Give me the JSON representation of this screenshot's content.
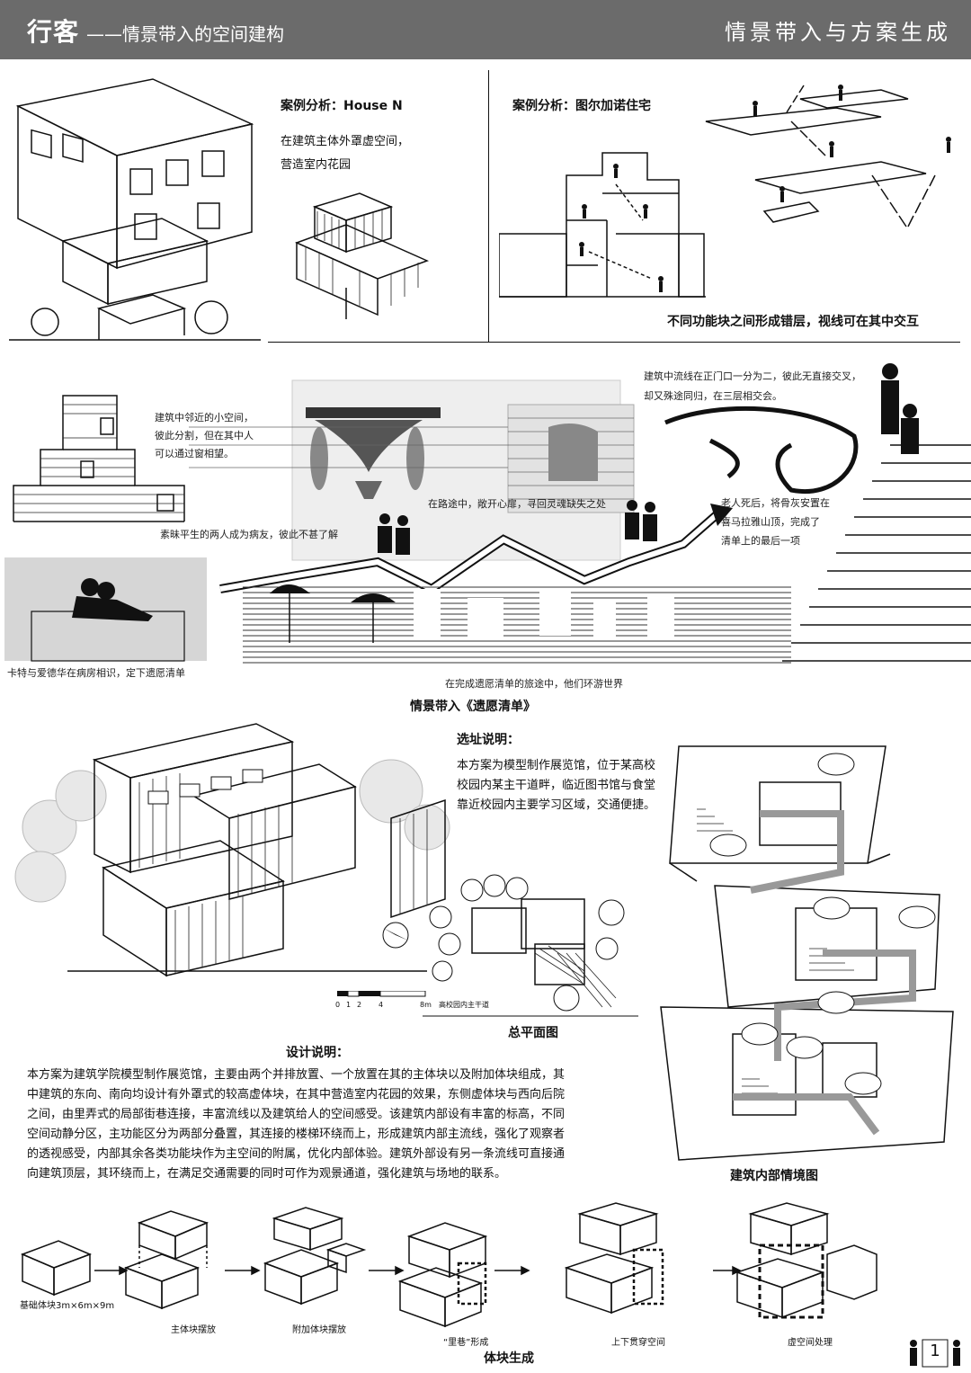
{
  "header": {
    "title": "行客",
    "subtitle": "——情景带入的空间建构",
    "section": "情景带入与方案生成"
  },
  "case1": {
    "title": "案例分析：House N",
    "desc_line1": "在建筑主体外罩虚空间，",
    "desc_line2": "营造室内花园"
  },
  "case2": {
    "title": "案例分析：图尔加诺住宅",
    "note": "不同功能块之间形成错层，视线可在其中交互"
  },
  "story": {
    "note_small_space_1": "建筑中邻近的小空间，",
    "note_small_space_2": "彼此分割，但在其中人",
    "note_small_space_3": "可以通过窗相望。",
    "note_flow_1": "建筑中流线在正门口一分为二，彼此无直接交叉，",
    "note_flow_2": "却又殊途同归，在三层相交会。",
    "note_strangers": "素昧平生的两人成为病友，彼此不甚了解",
    "note_road": "在路途中，敞开心扉，寻回灵魂缺失之处",
    "note_old_1": "老人死后，将骨灰安置在",
    "note_old_2": "喜马拉雅山顶，完成了",
    "note_old_3": "清单上的最后一项",
    "note_hospital": "卡特与爱德华在病房相识，定下遗愿清单",
    "note_travel": "在完成遗愿清单的旅途中，他们环游世界",
    "caption": "情景带入《遗愿清单》"
  },
  "site": {
    "title": "选址说明：",
    "text_1": "本方案为模型制作展览馆，位于某高校",
    "text_2": "校园内某主干道畔，临近图书馆与食堂",
    "text_3": "靠近校园内主要学习区域，交通便捷。",
    "plan_caption": "总平面图",
    "scale_ticks": [
      "0",
      "1",
      "2",
      "4",
      "8m"
    ],
    "road_label": "高校园内主干道"
  },
  "design": {
    "title": "设计说明：",
    "lines": [
      "本方案为建筑学院模型制作展览馆，主要由两个并排放置、一个放置在其的主体块以及附加体块组成，其",
      "中建筑的东向、南向均设计有外罩式的较高虚体块，在其中营造室内花园的效果，东侧虚体块与西向后院",
      "之间，由里弄式的局部街巷连接，丰富流线以及建筑给人的空间感受。该建筑内部设有丰富的标高，不同",
      "空间动静分区，主功能区分为两部分叠置，其连接的楼梯环绕而上，形成建筑内部主流线，强化了观察者",
      "的透视感受，内部其余各类功能块作为主空间的附属，优化内部体验。建筑外部设有另一条流线可直接通",
      "向建筑顶层，其环绕而上，在满足交通需要的同时可作为观景通道，强化建筑与场地的联系。"
    ]
  },
  "interior": {
    "caption": "建筑内部情境图"
  },
  "massing": {
    "steps": [
      "基础体块3m×6m×9m",
      "主体块摆放",
      "附加体块摆放",
      "“里巷”形成",
      "上下贯穿空间",
      "虚空间处理"
    ],
    "caption": "体块生成"
  },
  "page": {
    "number": "1"
  }
}
